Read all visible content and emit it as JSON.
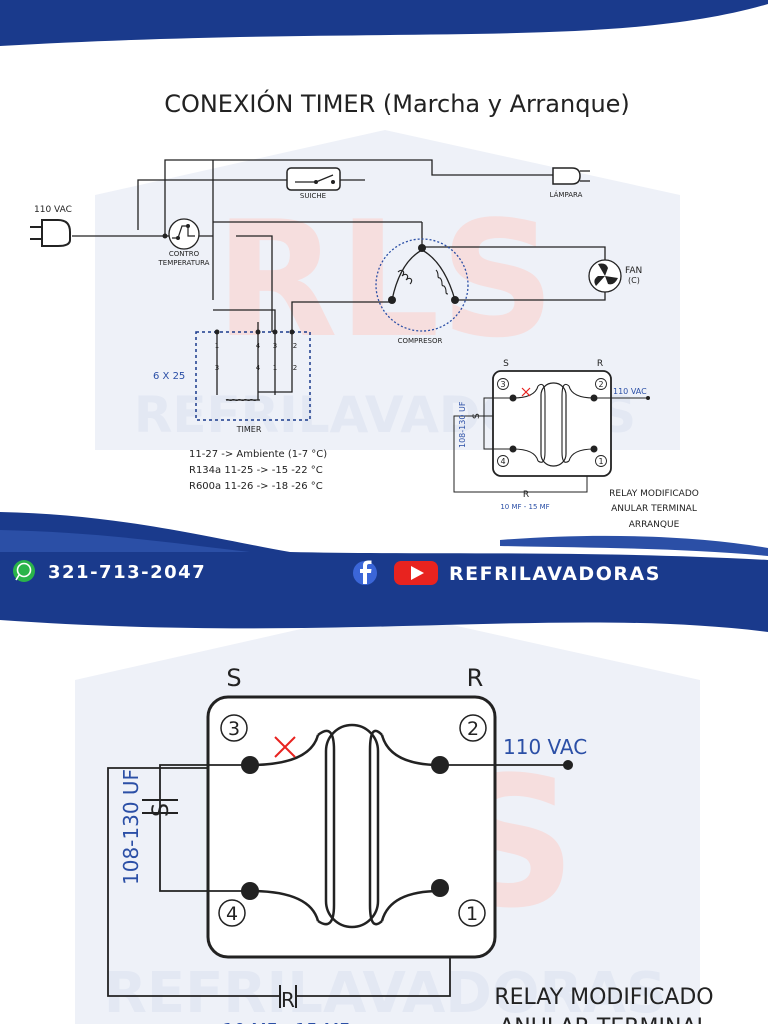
{
  "title": "CONEXIÓN TIMER  (Marcha y Arranque)",
  "watermark": {
    "logo": "RLS",
    "brand": "REFRILAVADORAS"
  },
  "labels": {
    "supply": "110 VAC",
    "control": [
      "CONTRO",
      "TEMPERATURA"
    ],
    "switch": "SUICHE",
    "lamp": "LÁMPARA",
    "fan": [
      "FAN",
      "(C)"
    ],
    "compressor": "COMPRESOR",
    "timer_size": "6 X 25",
    "timer": "TIMER",
    "timer_pins_top": [
      "1",
      "4",
      "3",
      "2"
    ],
    "timer_pins_bottom": [
      "3",
      "4",
      "1",
      "2"
    ]
  },
  "notes": [
    "11-27 -> Ambiente (1-7 °C)",
    "R134a 11-25 -> -15 -22 °C",
    "R600a 11-26 -> -18 -26 °C"
  ],
  "relay": {
    "s": "S",
    "r": "R",
    "terminals": [
      "3",
      "2",
      "4",
      "1"
    ],
    "supply": "110 VAC",
    "cap_start": "108-130 UF",
    "cap_start_tag": "S",
    "cap_run": "10 MF - 15 MF",
    "cap_run_tag": "R",
    "caption": [
      "RELAY MODIFICADO",
      "ANULAR TERMINAL",
      "ARRANQUE"
    ]
  },
  "footer": {
    "phone": "321-713-2047",
    "brand": "REFRILAVADORAS"
  },
  "colors": {
    "navy": "#1a3a8c",
    "blue": "#2b4fa6",
    "red": "#e8231f",
    "wire": "#222222",
    "watermark": "#eef1f8"
  }
}
